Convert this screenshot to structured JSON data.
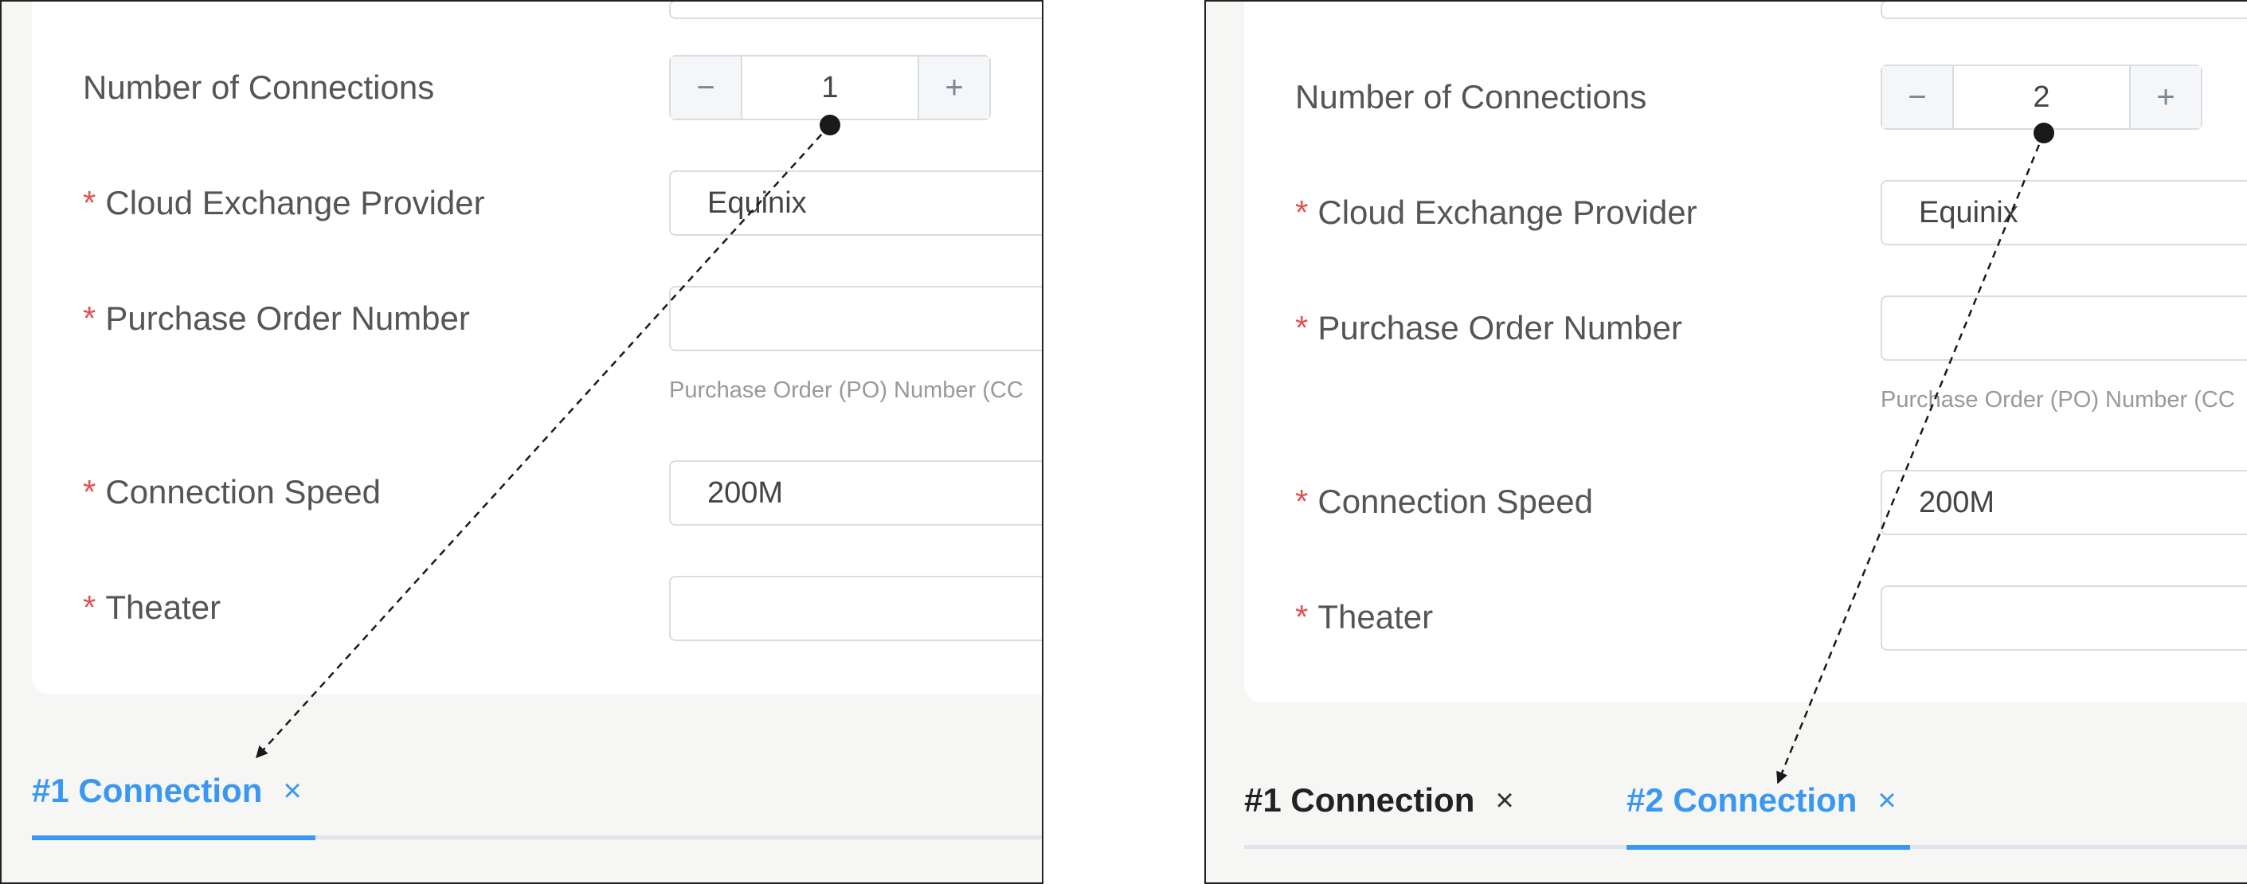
{
  "left": {
    "fields": {
      "connections_label": "Number of Connections",
      "connections_value": "1",
      "minus_glyph": "−",
      "plus_glyph": "+",
      "required_mark": "*",
      "provider_label": "Cloud Exchange Provider",
      "provider_value": "Equinix",
      "po_label": "Purchase Order Number",
      "po_value": "",
      "po_hint": "Purchase Order (PO) Number (CC",
      "speed_label": "Connection Speed",
      "speed_value": "200M",
      "theater_label": "Theater",
      "theater_value": ""
    },
    "tabs": [
      {
        "label": "#1 Connection",
        "close": "×",
        "active": true
      }
    ]
  },
  "right": {
    "fields": {
      "connections_label": "Number of Connections",
      "connections_value": "2",
      "minus_glyph": "−",
      "plus_glyph": "+",
      "required_mark": "*",
      "provider_label": "Cloud Exchange Provider",
      "provider_value": "Equinix",
      "po_label": "Purchase Order Number",
      "po_value": "",
      "po_hint": "Purchase Order (PO) Number (CC",
      "speed_label": "Connection Speed",
      "speed_value": "200M",
      "theater_label": "Theater",
      "theater_value": ""
    },
    "tabs": [
      {
        "label": "#1 Connection",
        "close": "×",
        "active": false
      },
      {
        "label": "#2 Connection",
        "close": "×",
        "active": true
      }
    ]
  },
  "colors": {
    "accent": "#3a97f2",
    "required": "#e05252",
    "panel_bg": "#f6f6f4",
    "card_bg": "#ffffff"
  }
}
